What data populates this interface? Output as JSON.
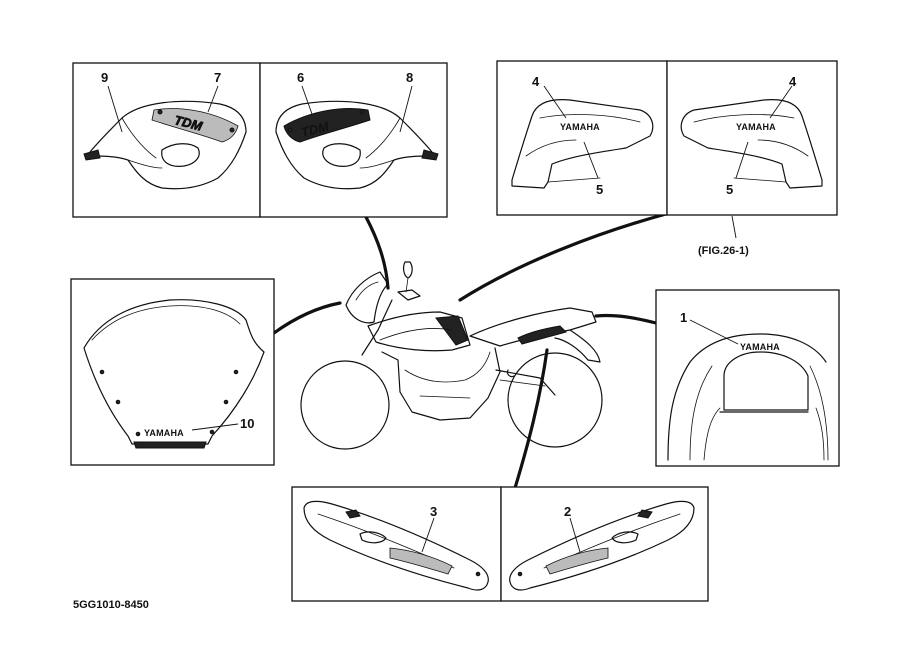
{
  "figure_ref": "(FIG.26-1)",
  "drawing_code": "5GG1010-8450",
  "brand_text": "YAMAHA",
  "model_text": "TDM",
  "callouts": {
    "c1": "1",
    "c2": "2",
    "c3": "3",
    "c4a": "4",
    "c4b": "4",
    "c5a": "5",
    "c5b": "5",
    "c6": "6",
    "c7": "7",
    "c8": "8",
    "c9": "9",
    "c10": "10"
  }
}
